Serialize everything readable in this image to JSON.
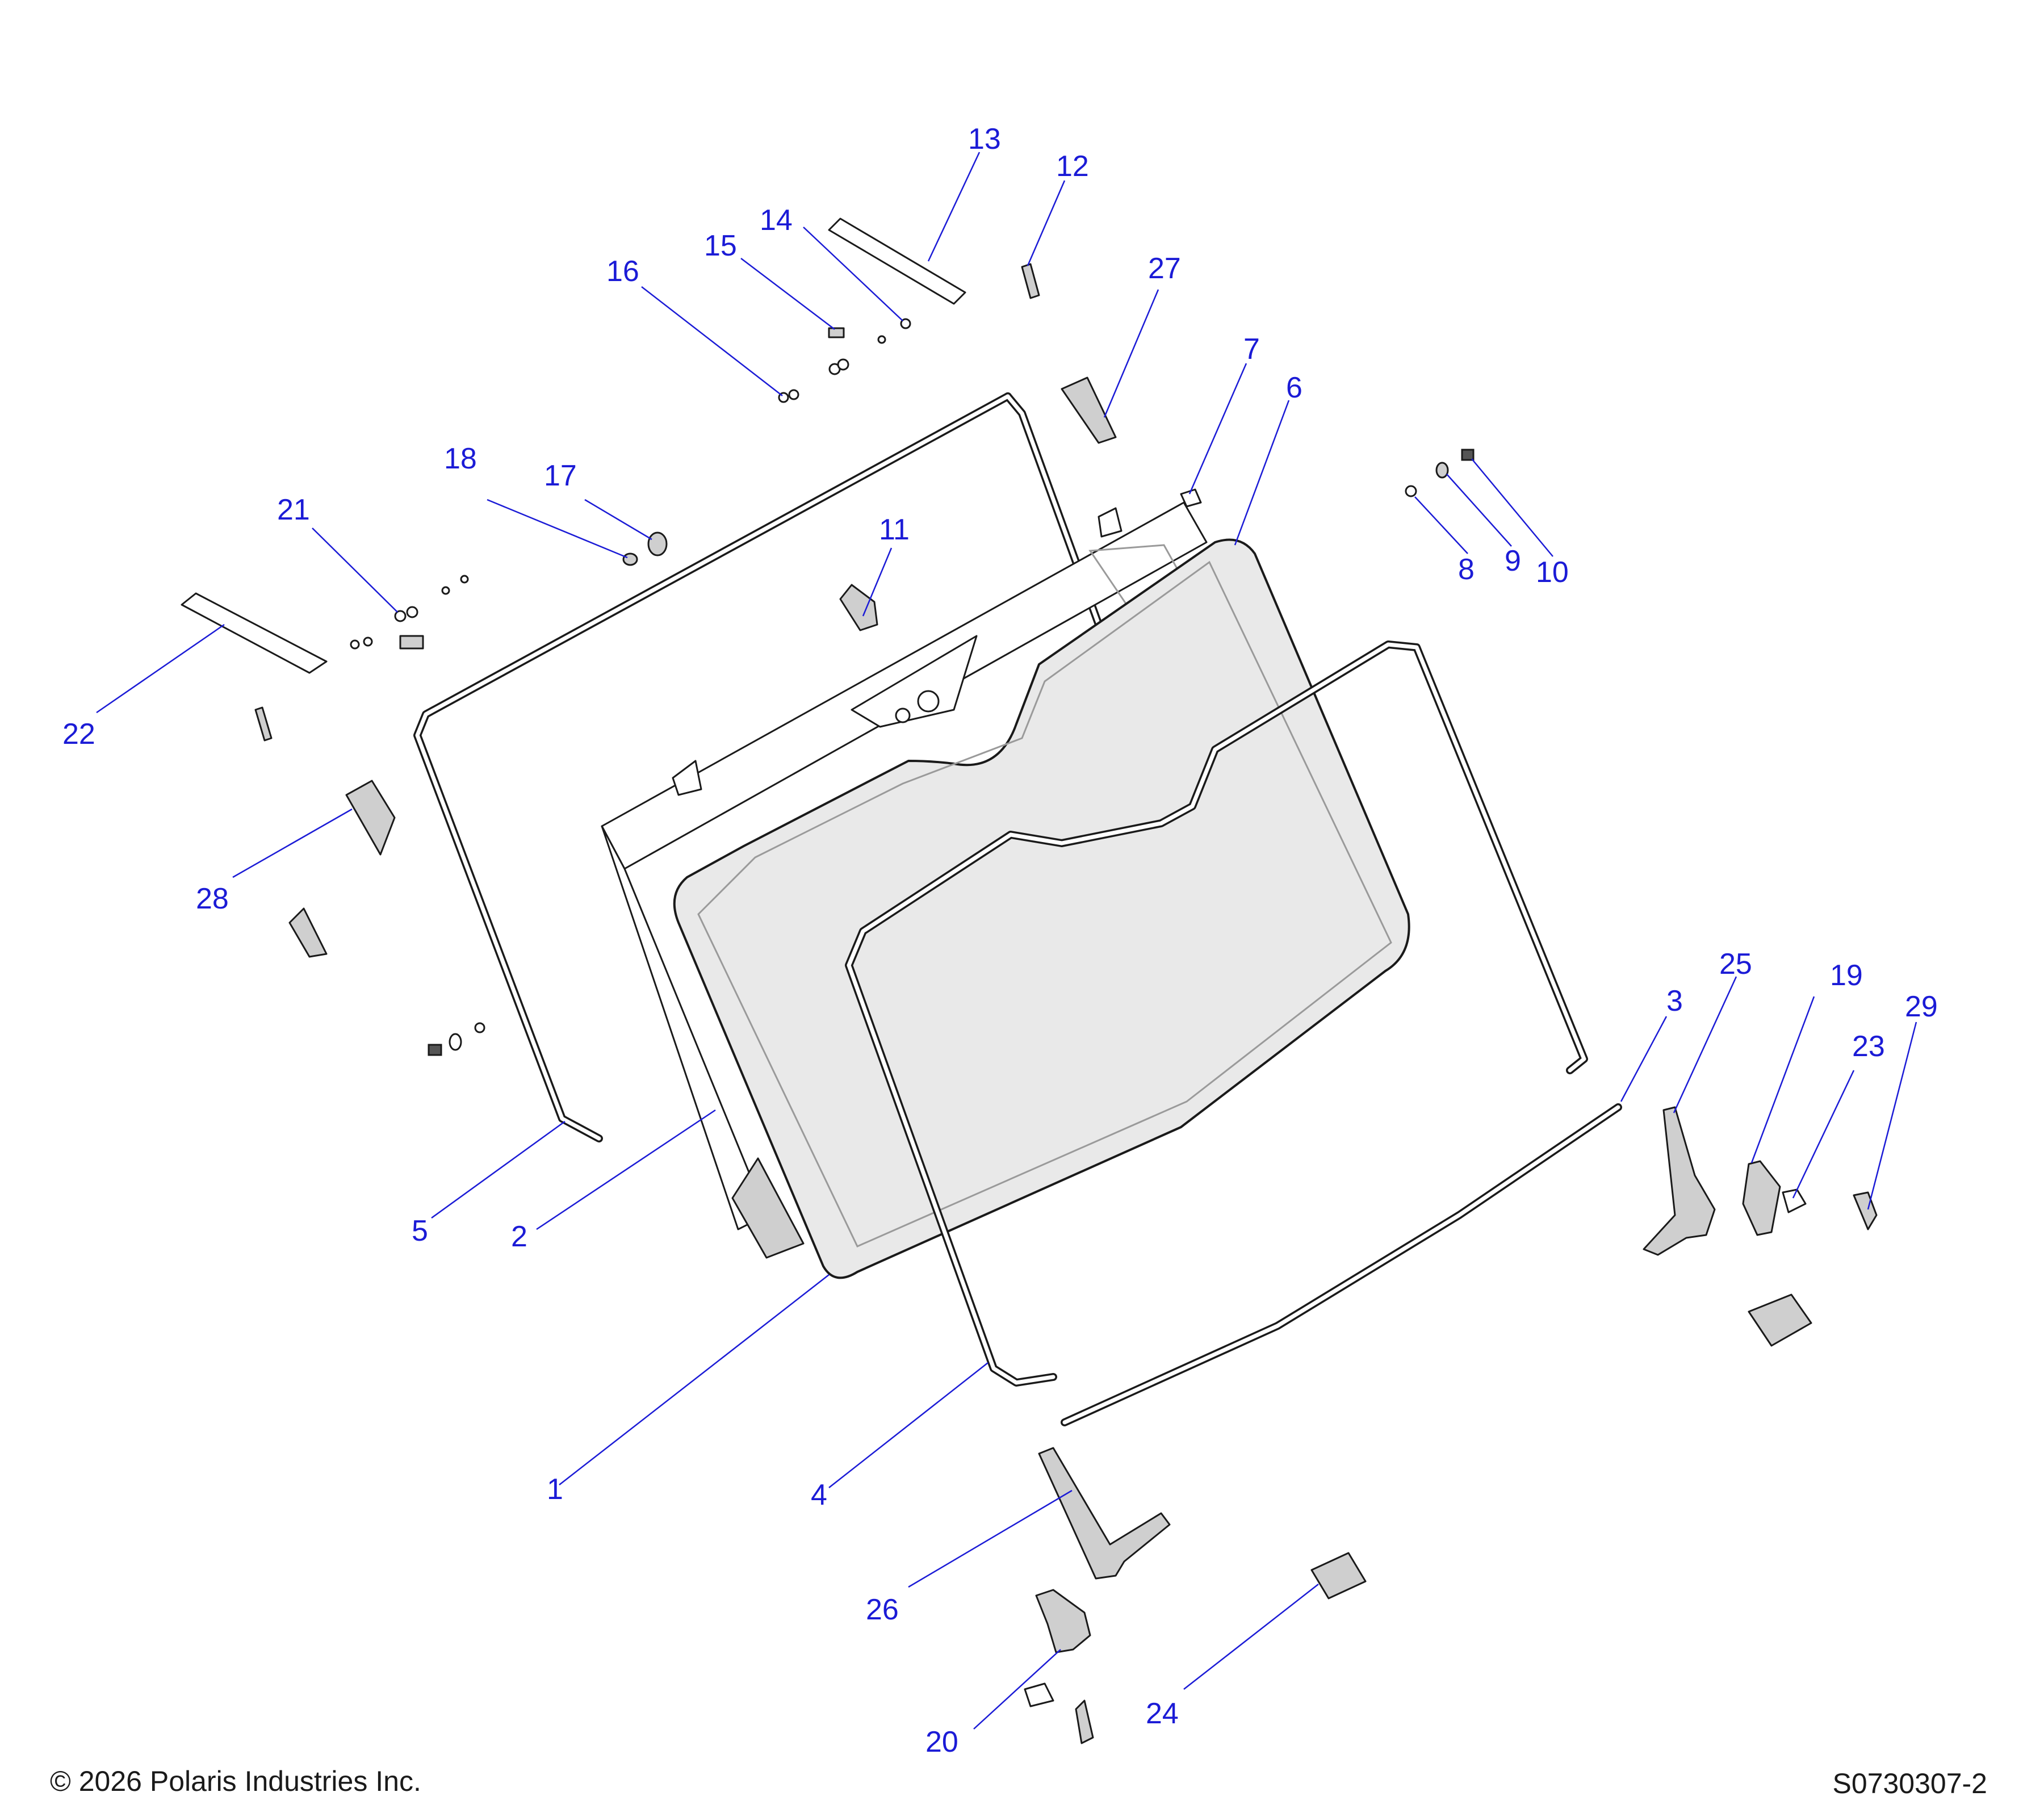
{
  "callouts": {
    "c1": "1",
    "c2": "2",
    "c3": "3",
    "c4": "4",
    "c5": "5",
    "c6": "6",
    "c7": "7",
    "c8": "8",
    "c9": "9",
    "c10": "10",
    "c11": "11",
    "c12": "12",
    "c13": "13",
    "c14": "14",
    "c15": "15",
    "c16": "16",
    "c17": "17",
    "c18": "18",
    "c19": "19",
    "c20": "20",
    "c21": "21",
    "c22": "22",
    "c23": "23",
    "c24": "24",
    "c25": "25",
    "c26": "26",
    "c27": "27",
    "c28": "28",
    "c29": "29"
  },
  "footer": {
    "copyright": "© 2026 Polaris Industries Inc.",
    "drawing_number": "S0730307-2"
  },
  "colors": {
    "callout": "#1b1bd6",
    "line_art": "#1a1a1a",
    "glass_fill": "#e9e9e9"
  }
}
